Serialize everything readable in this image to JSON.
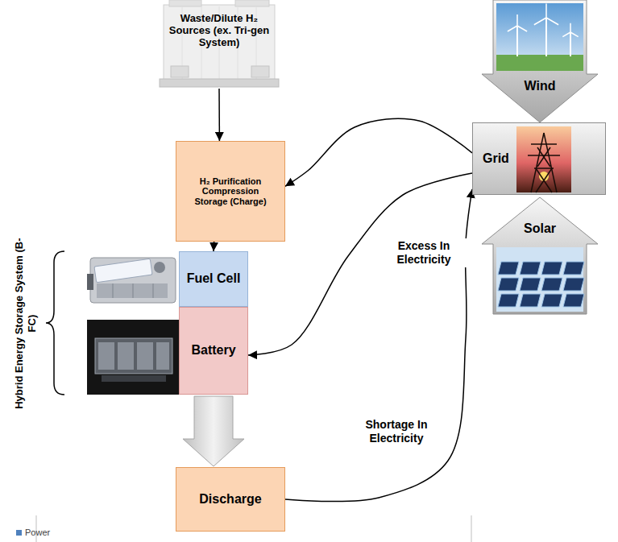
{
  "diagram": {
    "nodes": [
      {
        "text": [
          "Waste/Dilute H₂ Sources (ex. Tri-gen System)"
        ]
      },
      {
        "text": [
          "H₂ Purification Compression Storage (Charge)"
        ]
      },
      {
        "text": [
          "Fuel Cell"
        ]
      },
      {
        "text": [
          "Battery"
        ]
      },
      {
        "text": [
          "Discharge"
        ]
      },
      {
        "text": [
          "Wind"
        ]
      },
      {
        "text": [
          "Grid"
        ]
      },
      {
        "text": [
          "Solar"
        ]
      }
    ],
    "edges": [
      {
        "from": 0,
        "to": 1,
        "arrow": "to"
      },
      {
        "from": 1,
        "to": 2,
        "arrow": "to"
      },
      {
        "from": 6,
        "to": 1,
        "label": "Excess In Electricity",
        "arrow": "to"
      },
      {
        "from": 6,
        "to": 3,
        "arrow": "to"
      },
      {
        "from": 3,
        "to": 4,
        "arrow": "to"
      },
      {
        "from": 4,
        "to": 6,
        "label": "Shortage In Electricity",
        "arrow": "to"
      }
    ],
    "labels": [
      "Hybrid Energy Storage System (B-FC)"
    ],
    "legend": [
      {
        "text": "Power",
        "color": "#4f81bd"
      }
    ]
  }
}
